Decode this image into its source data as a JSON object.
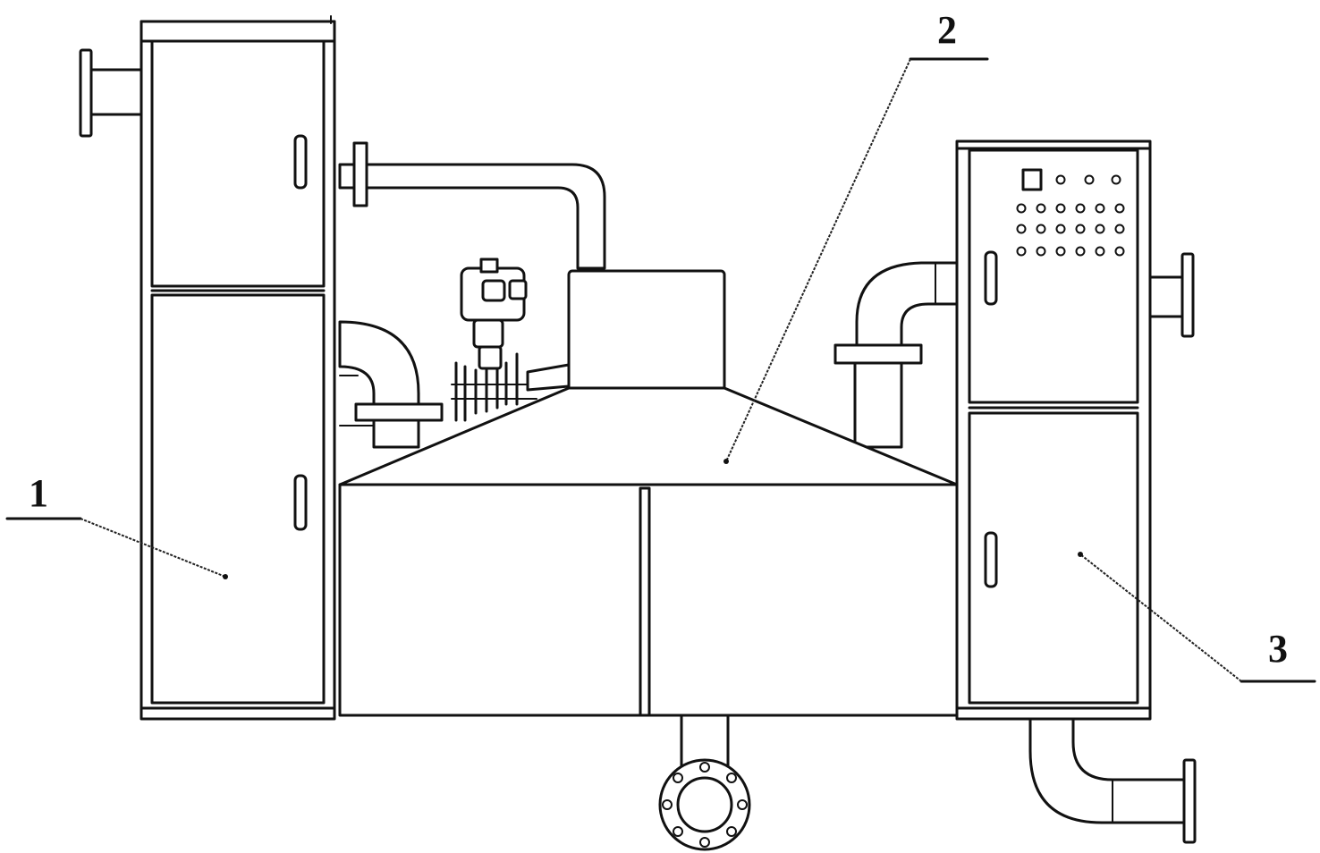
{
  "labels": {
    "part1": "1",
    "part2": "2",
    "part3": "3"
  }
}
